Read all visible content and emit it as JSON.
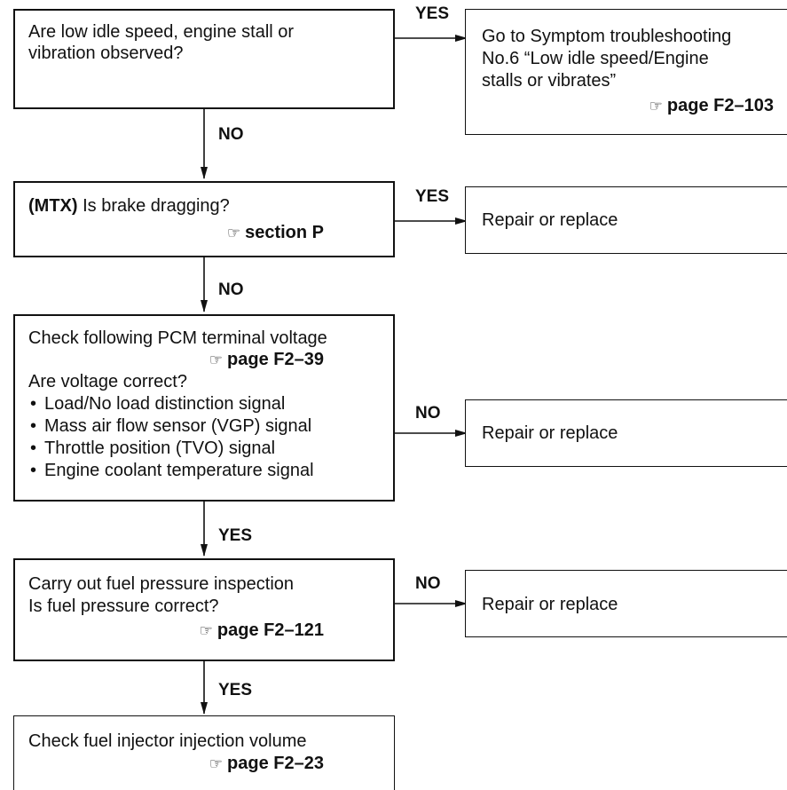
{
  "steps": [
    {
      "id": "step1",
      "lines": [
        "Are low idle speed, engine stall or",
        "vibration observed?"
      ]
    },
    {
      "id": "step2",
      "prefix": "(MTX)",
      "lines": [
        " Is brake dragging?"
      ],
      "ref": "section P"
    },
    {
      "id": "step3",
      "lines": [
        "Check following PCM terminal voltage"
      ],
      "ref": "page F2–39",
      "question": "Are voltage correct?",
      "bullets": [
        "Load/No load distinction signal",
        "Mass air flow sensor (VGP) signal",
        "Throttle position (TVO) signal",
        "Engine coolant temperature signal"
      ]
    },
    {
      "id": "step4",
      "lines": [
        "Carry out fuel pressure inspection",
        "Is fuel pressure correct?"
      ],
      "ref": "page F2–121"
    },
    {
      "id": "step5",
      "lines": [
        "Check fuel injector injection volume"
      ],
      "ref": "page F2–23"
    }
  ],
  "outcomes": [
    {
      "id": "outcome1",
      "lines": [
        "Go to Symptom troubleshooting",
        "No.6 “Low idle speed/Engine",
        "stalls or vibrates”"
      ],
      "ref": "page F2–103"
    },
    {
      "id": "outcome2",
      "lines": [
        "Repair or replace"
      ]
    },
    {
      "id": "outcome3",
      "lines": [
        "Repair or replace"
      ]
    },
    {
      "id": "outcome4",
      "lines": [
        "Repair or replace"
      ]
    }
  ],
  "branch_labels": {
    "step1_right": "YES",
    "step1_down": "NO",
    "step2_right": "YES",
    "step2_down": "NO",
    "step3_right": "NO",
    "step3_down": "YES",
    "step4_right": "NO",
    "step4_down": "YES"
  },
  "icons": {
    "reference": "book-reference-icon",
    "reference_glyph": "☞"
  }
}
